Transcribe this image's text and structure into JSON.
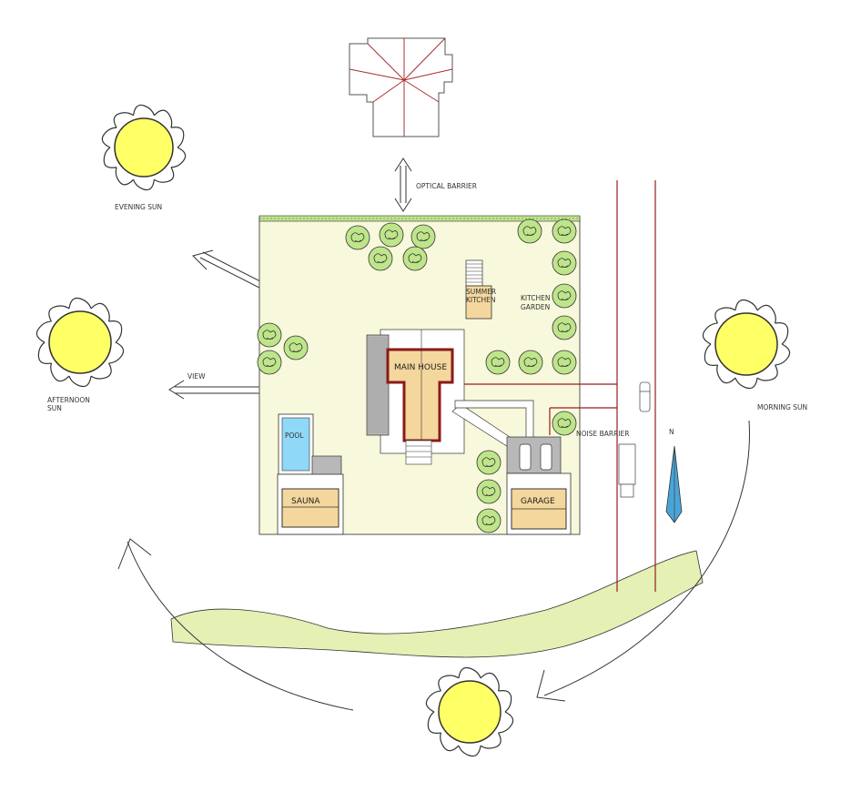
{
  "labels": {
    "optical_barrier": "OPTICAL BARRIER",
    "evening_sun": "EVENING SUN",
    "afternoon_sun_line1": "AFTERNOON",
    "afternoon_sun_line2": "SUN",
    "morning_sun": "MORNING SUN",
    "view": "VIEW",
    "summer_kitchen_line1": "SUMMER",
    "summer_kitchen_line2": "KITCHEN",
    "kitchen_garden_line1": "KITCHEN",
    "kitchen_garden_line2": "GARDEN",
    "main_house": "MAIN HOUSE",
    "pool": "POOL",
    "sauna": "SAUNA",
    "garage": "GARAGE",
    "noise_barrier": "NOISE BARRIER",
    "north": "N"
  },
  "colors": {
    "plot_fill": "#f8f8dc",
    "sun_fill": "#ffff66",
    "sun_ray": "#333333",
    "building_fill": "#f4d79d",
    "road_line": "#9b1b1b",
    "meadow_fill": "#e4f0b4",
    "pool_fill": "#8fd8f8",
    "tree_fill": "#bfe58b",
    "north_arrow": "#4aa4d8"
  }
}
